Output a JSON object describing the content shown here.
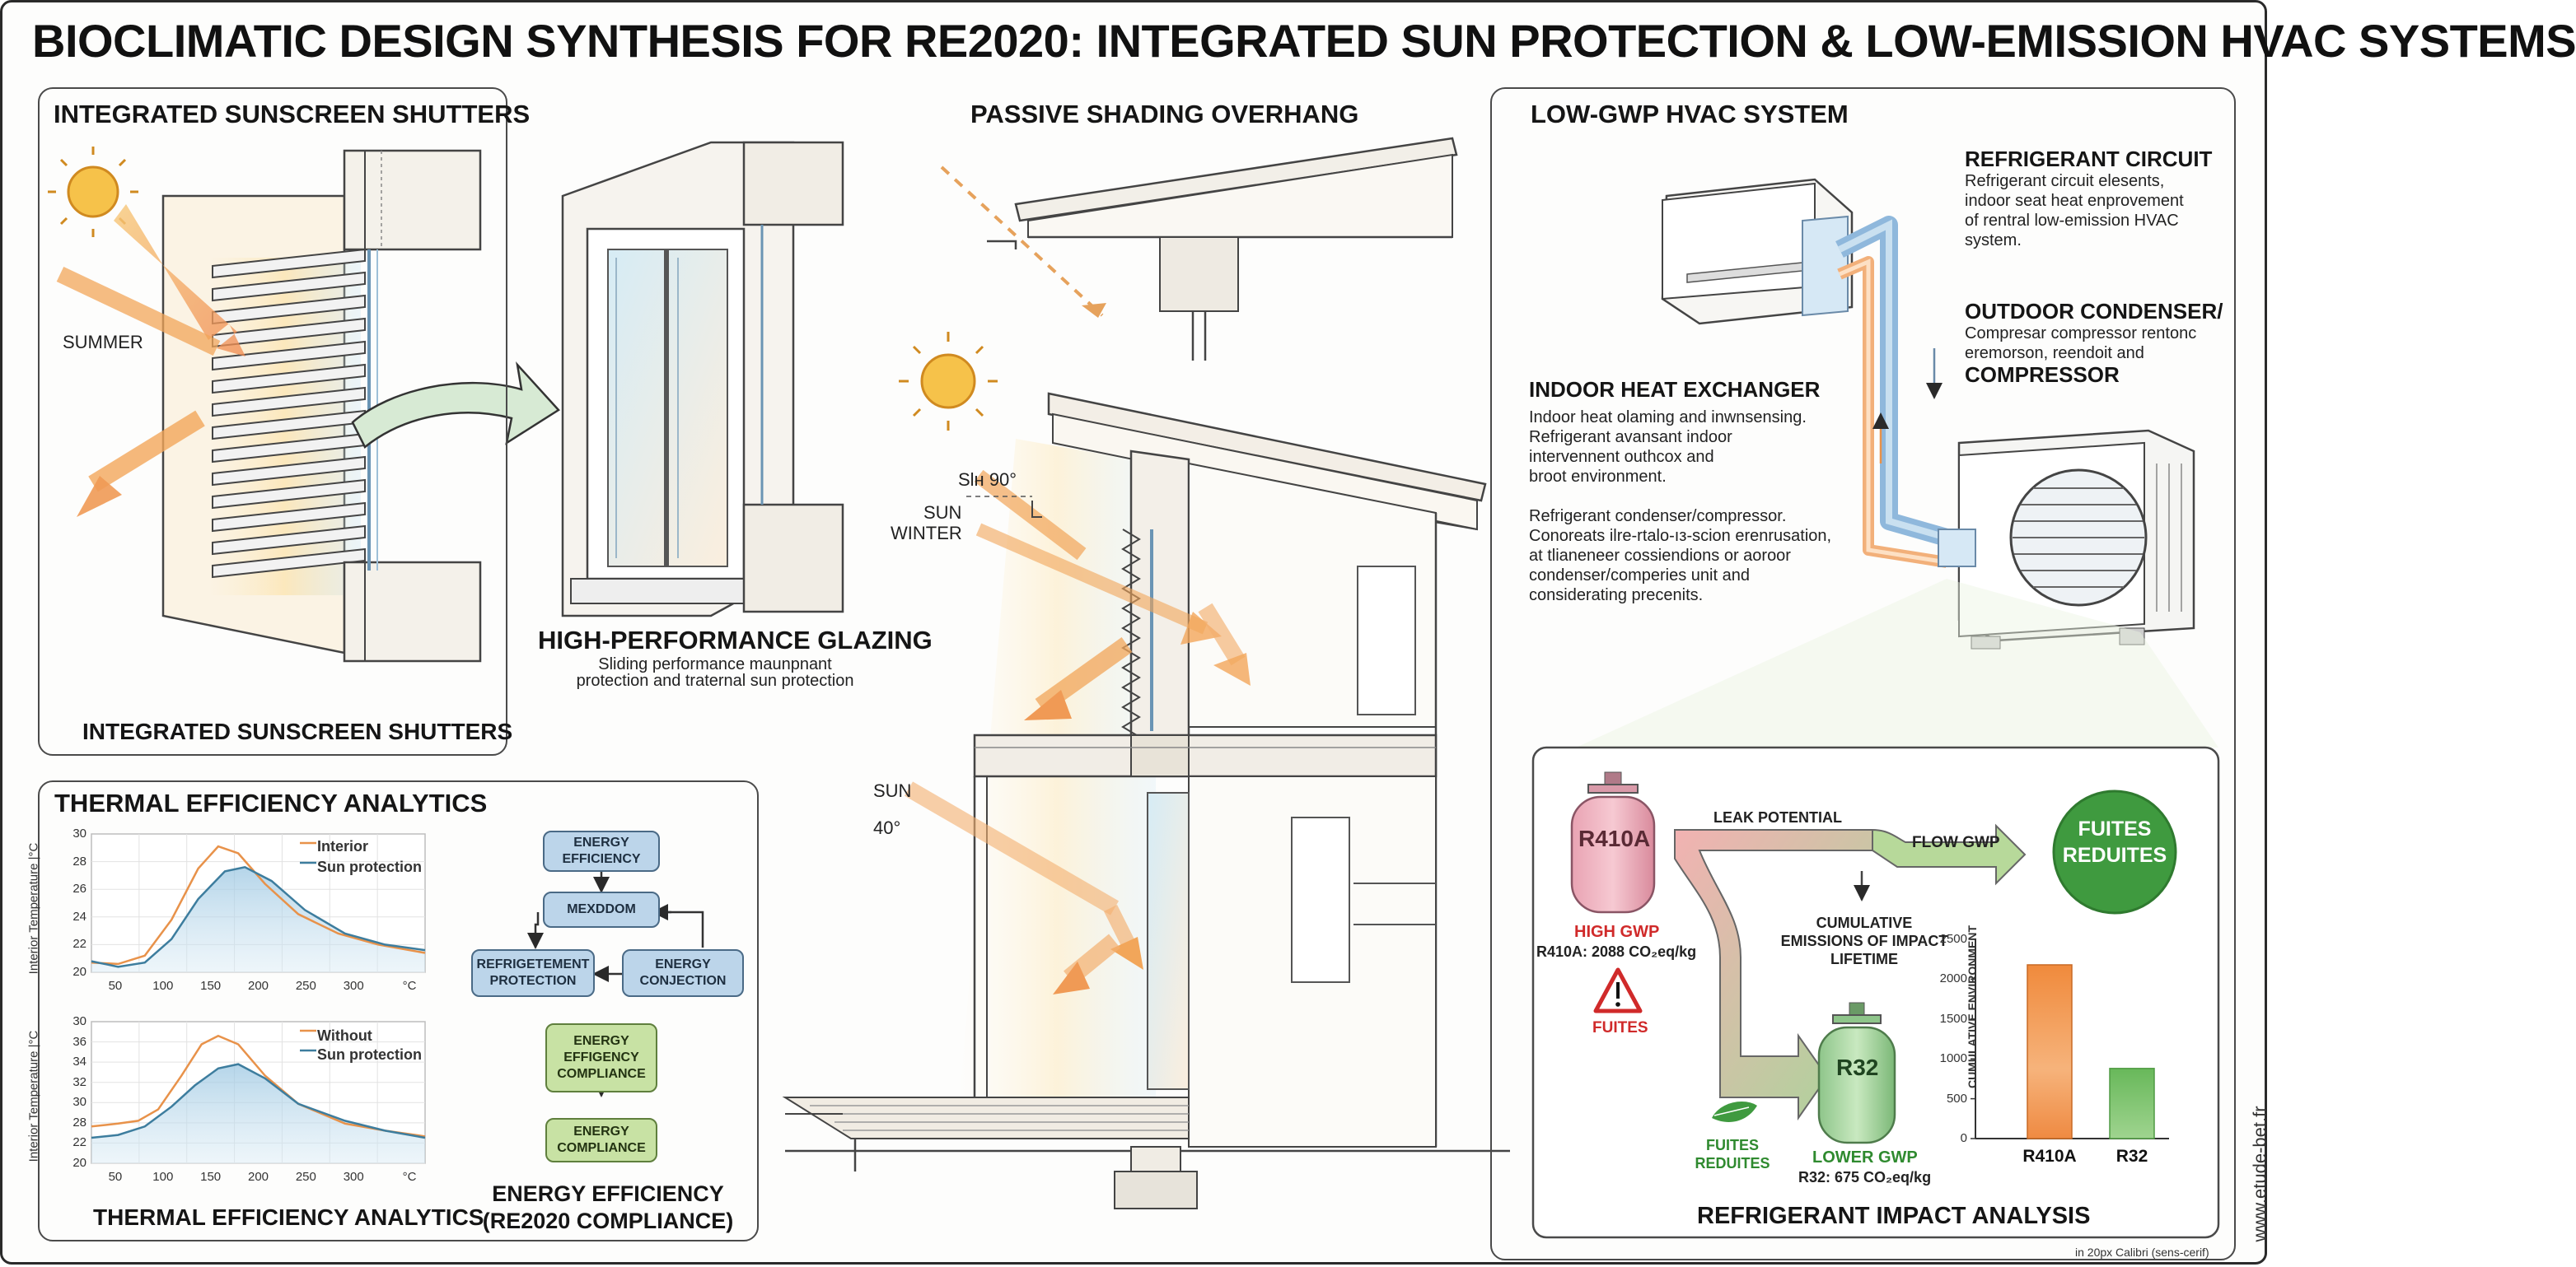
{
  "title": "BIOCLIMATIC DESIGN SYNTHESIS FOR RE2020: INTEGRATED SUN PROTECTION & LOW-EMISSION HVAC SYSTEMS",
  "colors": {
    "sun_arrow": "#f2a65a",
    "blue_pipe": "#8fb8dc",
    "green": "#3f9a3f",
    "orange_bar": "#f08a3c",
    "green_bar": "#6fbf5a"
  },
  "shutters": {
    "heading": "INTEGRATED SUNSCREEN SHUTTERS",
    "caption": "INTEGRATED SUNSCREEN SHUTTERS",
    "season_label": "SUMMER",
    "glazing_heading": "HIGH-PERFORMANCE GLAZING",
    "glazing_text_1": "Sliding performance maunpnant",
    "glazing_text_2": "protection and traternal sun protection"
  },
  "overhang": {
    "heading": "PASSIVE SHADING OVERHANG",
    "angle_summer": "Slн 90°",
    "sun_winter_1": "SUN",
    "sun_winter_2": "WINTER",
    "sun_label": "SUN",
    "angle_40": "40°"
  },
  "thermal": {
    "heading": "THERMAL EFFICIENCY ANALYTICS",
    "caption": "THERMAL EFFICIENCY ANALYTICS",
    "chart1": {
      "ylabel": "Interior Temperature |°C",
      "legend_1": "Interior",
      "legend_2": "Sun protection",
      "y_ticks": [
        "30",
        "28",
        "26",
        "24",
        "22",
        "20"
      ],
      "x_ticks": [
        "50",
        "100",
        "150",
        "200",
        "250",
        "300",
        "°C"
      ]
    },
    "chart2": {
      "ylabel": "Interior Temperature |°C",
      "legend_1": "Without",
      "legend_2": "Sun protection",
      "y_ticks": [
        "30",
        "36",
        "34",
        "32",
        "30",
        "28",
        "22",
        "20"
      ],
      "x_ticks": [
        "50",
        "100",
        "150",
        "200",
        "250",
        "300",
        "°C"
      ]
    }
  },
  "flow": {
    "box_1": "ENERGY EFFICIENCY",
    "box_2": "MEXDDOM",
    "box_3": "REFRIGETEMENT PROTECTION",
    "box_4": "ENERGY CONJECTION",
    "box_5": "ENERGY EFFIGENCY COMPLIANCE",
    "box_6": "ENERGY COMPLIANCE",
    "caption_1": "ENERGY EFFICIENCY",
    "caption_2": "(RE2020 COMPLIANCE)"
  },
  "hvac": {
    "heading": "LOW-GWP HVAC SYSTEM",
    "circuit_title": "REFRIGERANT CIRCUIT",
    "circuit_lines": [
      "Refrigerant circuit elesents,",
      "indoor seat heat enprovement",
      "of rentral low-emission HVAC",
      "system."
    ],
    "outdoor_title": "OUTDOOR CONDENSER/",
    "outdoor_lines": [
      "Compresar compressor rentonc",
      "eremorson, reendoit and"
    ],
    "compressor_title": "COMPRESSOR",
    "indoor_title": "INDOOR HEAT EXCHANGER",
    "indoor_lines": [
      "Indoor heat olaming and inwnsensing.",
      "Refrigerant avansant indoor",
      "intervennent outhcox and",
      "broot environment."
    ],
    "cond_lines": [
      "Refrigerant condenser/compressor.",
      "Conoreats ilre-rtalo-ıз-scion erenrusation,",
      "at tlianeneer cossiendions or aoroor",
      "condenser/comperies unit and",
      "considerating precenits."
    ]
  },
  "refrigerant": {
    "caption": "REFRIGERANT IMPACT ANALYSIS",
    "tank_1": "R410A",
    "tank_2": "R32",
    "high_gwp": "HIGH GWP",
    "r410a_value": "R410A: 2088 CO₂eq/kg",
    "fuites": "FUITES",
    "leak": "LEAK POTENTIAL",
    "flow_gwp": "FLOW GWP",
    "cumulative_1": "CUMULATIVE",
    "cumulative_2": "EMISSIONS OF IMPACT",
    "cumulative_3": "LIFETIME",
    "circle_1": "FUITES",
    "circle_2": "REDUITES",
    "leaf_1": "FUITES",
    "leaf_2": "REDUITES",
    "lower_gwp": "LOWER GWP",
    "r32_value": "R32: 675 CO₂eq/kg"
  },
  "chart_data": {
    "type": "bar",
    "categories": [
      "R410A",
      "R32"
    ],
    "values": [
      2180,
      880
    ],
    "ylabel": "CUMULATIVE ENVIRONMENT",
    "ylim": [
      0,
      2500
    ],
    "y_ticks": [
      "2500",
      "2000",
      "1500",
      "1000",
      "500",
      "0"
    ],
    "grid": false
  },
  "footer": {
    "website": "www.etude-bet.fr",
    "font_note": "in 20px Calibri (sens-cerif)"
  }
}
